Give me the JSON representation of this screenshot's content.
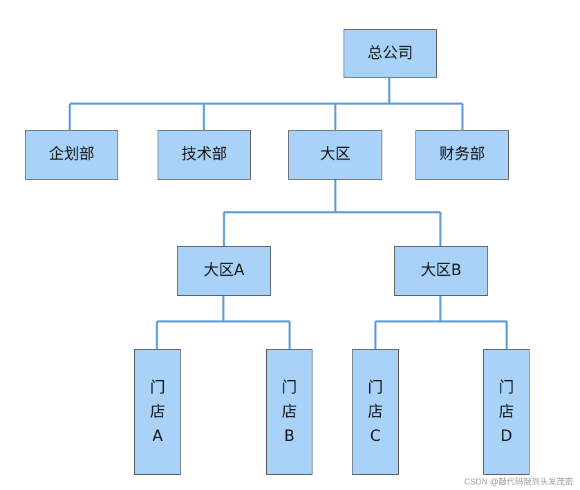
{
  "diagram": {
    "root": {
      "label": "总公司"
    },
    "departments": [
      {
        "label": "企划部"
      },
      {
        "label": "技术部"
      },
      {
        "label": "大区"
      },
      {
        "label": "财务部"
      }
    ],
    "regions": [
      {
        "label": "大区A"
      },
      {
        "label": "大区B"
      }
    ],
    "stores": [
      {
        "chars": [
          "门",
          "店",
          "A"
        ]
      },
      {
        "chars": [
          "门",
          "店",
          "B"
        ]
      },
      {
        "chars": [
          "门",
          "店",
          "C"
        ]
      },
      {
        "chars": [
          "门",
          "店",
          "D"
        ]
      }
    ],
    "colors": {
      "box_fill": "#a9d2f8",
      "box_border": "#555555",
      "connector": "#5b9bd5"
    }
  },
  "watermark": "CSDN @敲代码敲到头发茂密"
}
